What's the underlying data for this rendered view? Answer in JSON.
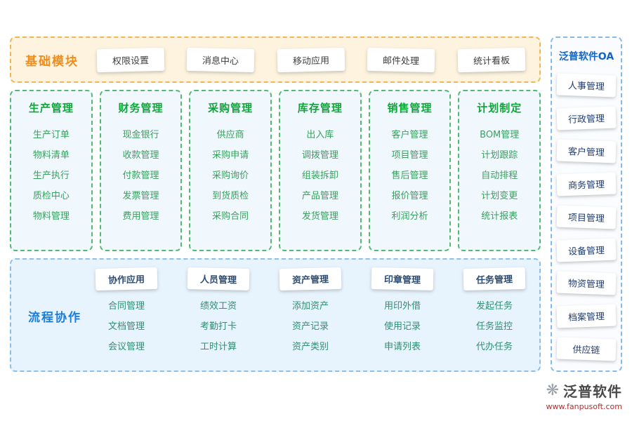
{
  "top": {
    "label": "基础模块",
    "buttons": [
      "权限设置",
      "消息中心",
      "移动应用",
      "邮件处理",
      "统计看板"
    ]
  },
  "modules": [
    {
      "title": "生产管理",
      "items": [
        "生产订单",
        "物料清单",
        "生产执行",
        "质检中心",
        "物料管理"
      ]
    },
    {
      "title": "财务管理",
      "items": [
        "现金银行",
        "收款管理",
        "付款管理",
        "发票管理",
        "费用管理"
      ]
    },
    {
      "title": "采购管理",
      "items": [
        "供应商",
        "采购申请",
        "采购询价",
        "到货质检",
        "采购合同"
      ]
    },
    {
      "title": "库存管理",
      "items": [
        "出入库",
        "调拨管理",
        "组装拆卸",
        "产品管理",
        "发货管理"
      ]
    },
    {
      "title": "销售管理",
      "items": [
        "客户管理",
        "项目管理",
        "售后管理",
        "报价管理",
        "利润分析"
      ]
    },
    {
      "title": "计划制定",
      "items": [
        "BOM管理",
        "计划跟踪",
        "自动排程",
        "计划变更",
        "统计报表"
      ]
    }
  ],
  "bottom": {
    "label": "流程协作",
    "groups": [
      {
        "title": "协作应用",
        "items": [
          "合同管理",
          "文档管理",
          "会议管理"
        ]
      },
      {
        "title": "人员管理",
        "items": [
          "绩效工资",
          "考勤打卡",
          "工时计算"
        ]
      },
      {
        "title": "资产管理",
        "items": [
          "添加资产",
          "资产记录",
          "资产类别"
        ]
      },
      {
        "title": "印章管理",
        "items": [
          "用印外借",
          "使用记录",
          "申请列表"
        ]
      },
      {
        "title": "任务管理",
        "items": [
          "发起任务",
          "任务监控",
          "代办任务"
        ]
      }
    ]
  },
  "sidebar": {
    "title": "泛普软件OA",
    "items": [
      "人事管理",
      "行政管理",
      "客户管理",
      "商务管理",
      "项目管理",
      "设备管理",
      "物资管理",
      "档案管理",
      "供应链"
    ]
  },
  "logo": {
    "icon": "❋",
    "name": "泛普软件",
    "url": "www.fanpusoft.com"
  },
  "colors": {
    "orange_accent": "#ef8d1c",
    "green_accent": "#0fa53a",
    "blue_accent": "#1a7ede",
    "navy_text": "#223d6b"
  }
}
